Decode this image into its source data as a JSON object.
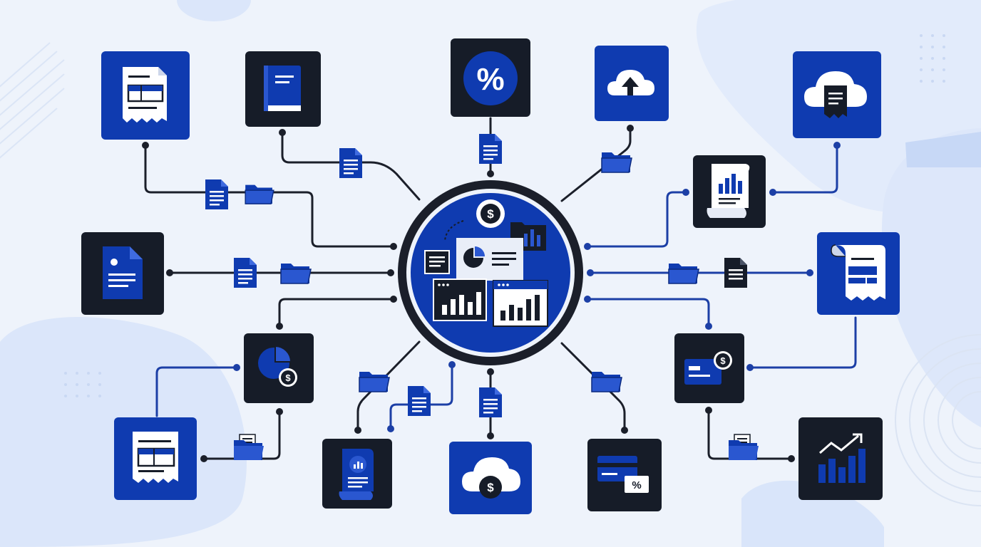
{
  "colors": {
    "background": "#eef3fb",
    "blob": "#d6e4fb",
    "blob_light": "#e3ecfb",
    "blue": "#0f3bb0",
    "dark": "#161c28",
    "line_dark": "#1b1f2a",
    "line_blue": "#1c3fa6",
    "white": "#ffffff",
    "hub_panel": "#e9eef8"
  },
  "diagram": {
    "hub": {
      "icons": [
        "dollar-coin-icon",
        "pie-chart-icon",
        "bar-chart-icon",
        "folder-chart-icon",
        "document-icon"
      ]
    },
    "nodes": [
      {
        "id": "receipt-table-top-left",
        "icon": "receipt-icon",
        "style": "blue"
      },
      {
        "id": "book",
        "icon": "book-icon",
        "style": "dark"
      },
      {
        "id": "percent-top",
        "icon": "percent-icon",
        "style": "dark"
      },
      {
        "id": "cloud-upload",
        "icon": "cloud-upload-icon",
        "style": "blue"
      },
      {
        "id": "cloud-document",
        "icon": "cloud-document-icon",
        "style": "blue"
      },
      {
        "id": "report-chart",
        "icon": "report-chart-icon",
        "style": "dark"
      },
      {
        "id": "document-profile",
        "icon": "document-profile-icon",
        "style": "dark"
      },
      {
        "id": "scroll-receipt",
        "icon": "scroll-receipt-icon",
        "style": "blue"
      },
      {
        "id": "pie-dollar",
        "icon": "pie-dollar-icon",
        "style": "dark"
      },
      {
        "id": "credit-card-dollar",
        "icon": "credit-card-dollar-icon",
        "style": "dark"
      },
      {
        "id": "receipt-bottom-left",
        "icon": "receipt-icon",
        "style": "blue"
      },
      {
        "id": "document-chart",
        "icon": "document-chart-icon",
        "style": "dark"
      },
      {
        "id": "cloud-dollar",
        "icon": "cloud-dollar-icon",
        "style": "blue"
      },
      {
        "id": "card-percent",
        "icon": "card-percent-icon",
        "style": "dark"
      },
      {
        "id": "trend-chart",
        "icon": "trend-chart-icon",
        "style": "dark"
      }
    ],
    "connector_labels": [
      "file-icon",
      "folder-icon"
    ]
  }
}
